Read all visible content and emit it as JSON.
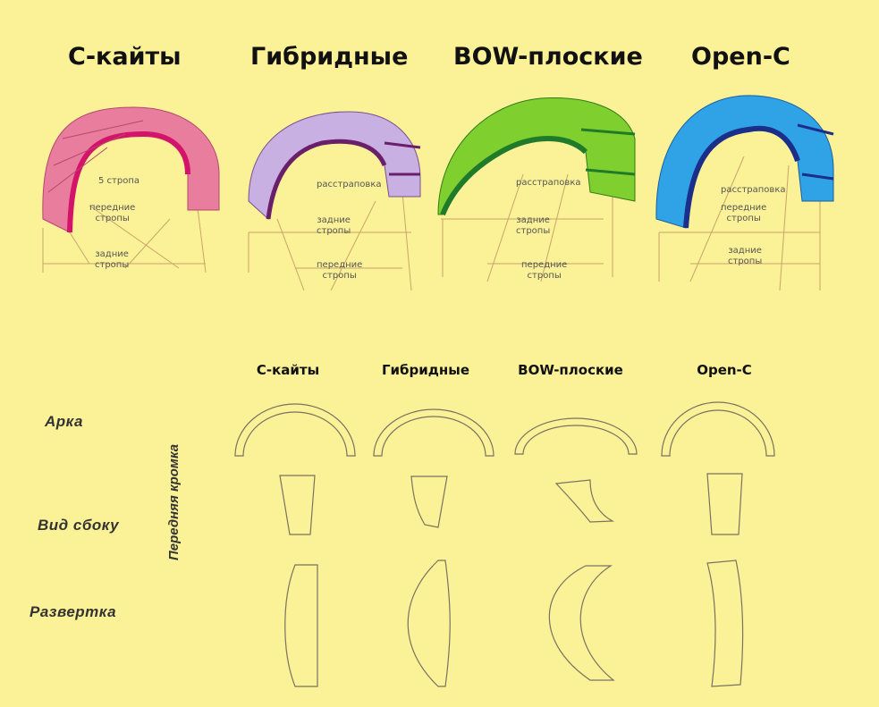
{
  "titles": [
    "С-кайты",
    "Гибридные",
    "BOW-плоские",
    "Open-C"
  ],
  "subtitles": [
    "С-кайты",
    "Гибридные",
    "BOW-плоские",
    "Open-C"
  ],
  "rows": {
    "arc": "Арка",
    "side": "Вид сбоку",
    "flat": "Развертка"
  },
  "leading_edge": "Передняя кромка",
  "kites": [
    {
      "name": "С-кайты",
      "canopy": "#e97d9e",
      "edge": "#d4146a",
      "labels": {
        "a": "5 стропа",
        "b": "передние\nстропы",
        "c": "задние\nстропы"
      }
    },
    {
      "name": "Гибридные",
      "canopy": "#c8b0e2",
      "edge": "#6a1f6b",
      "labels": {
        "a": "расстраповка",
        "b": "задние\nстропы",
        "c": "передние\nстропы"
      }
    },
    {
      "name": "BOW-плоские",
      "canopy": "#7fcf2e",
      "edge": "#1f7a2a",
      "labels": {
        "a": "расстраповка",
        "b": "задние\nстропы",
        "c": "передние\nстропы"
      }
    },
    {
      "name": "Open-C",
      "canopy": "#2fa3e6",
      "edge": "#1a2e8a",
      "labels": {
        "a": "расстраповка",
        "b": "передние\nстропы",
        "c": "задние\nстропы"
      }
    }
  ]
}
